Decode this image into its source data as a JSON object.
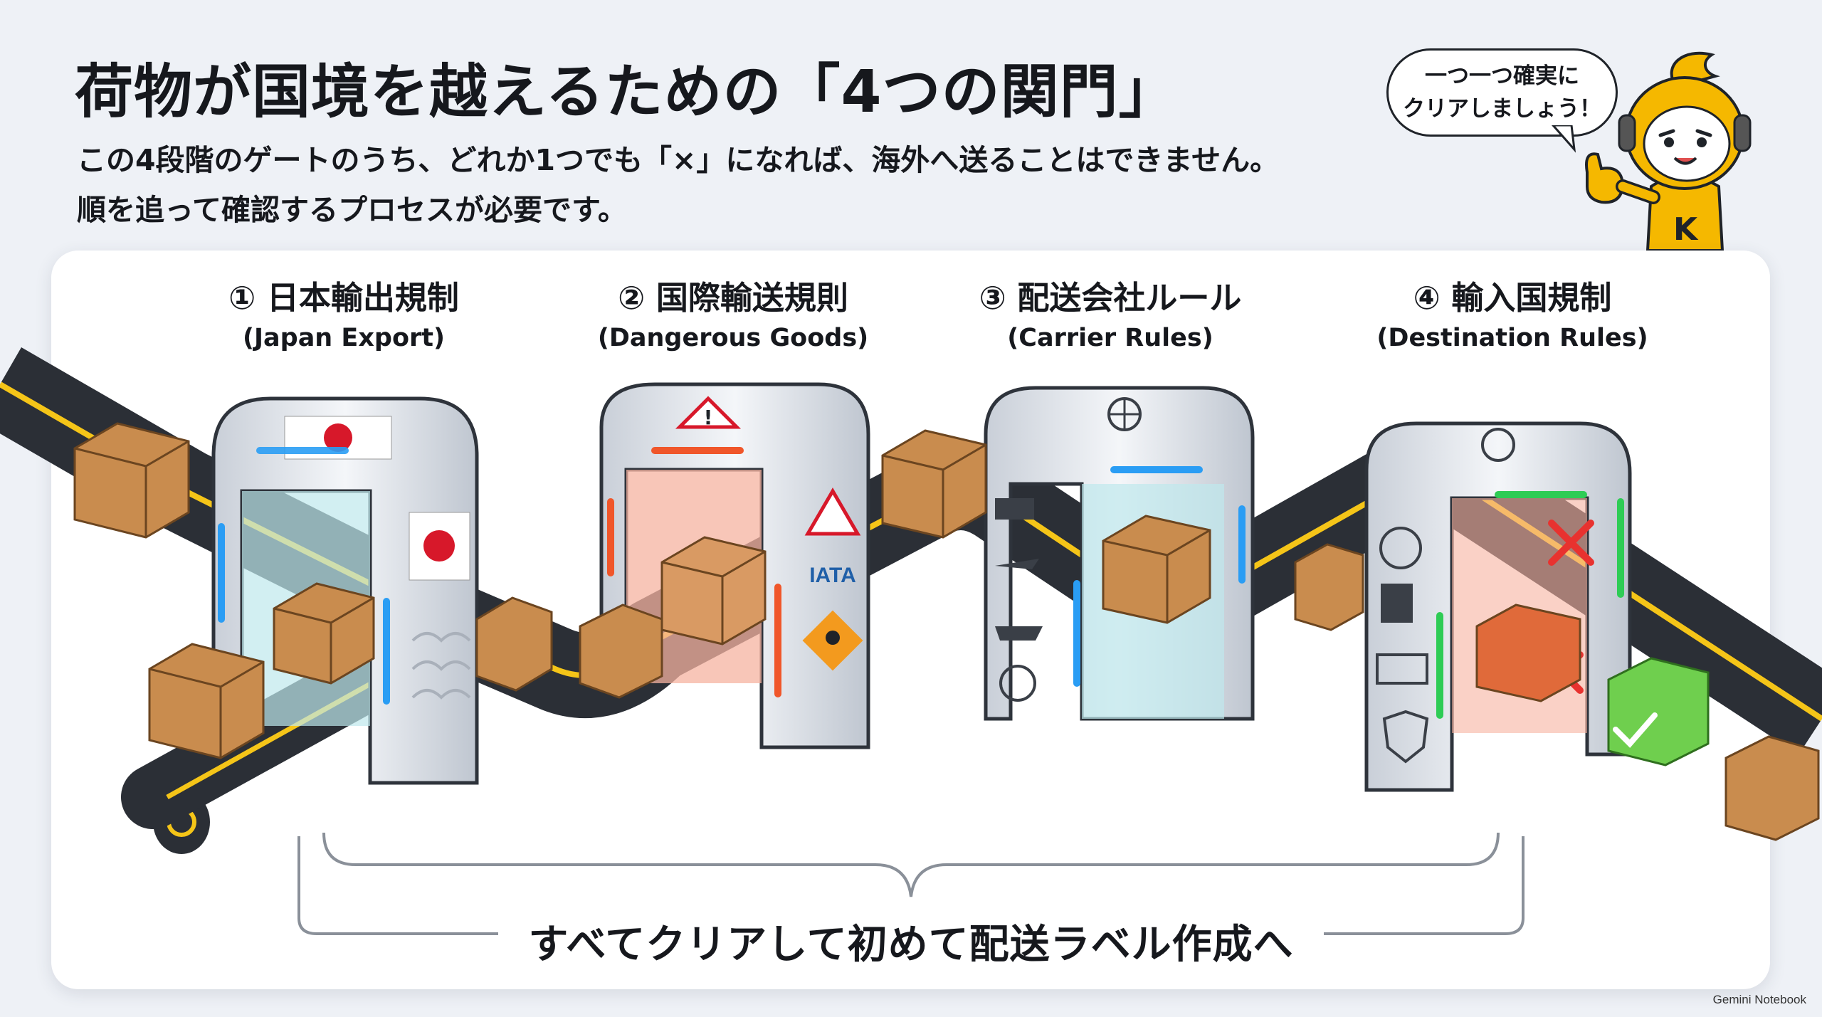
{
  "title": "荷物が国境を越えるための「4つの関門」",
  "subtitle": {
    "line1": "この4段階のゲートのうち、どれか1つでも「×」になれば、海外へ送ることはできません。",
    "line2": "順を追って確認するプロセスが必要です。"
  },
  "speech_bubble": {
    "line1": "一つ一つ確実に",
    "line2": "クリアしましょう！"
  },
  "mascot": {
    "badge_letter": "K",
    "icon": "thumbs-up-mascot-icon"
  },
  "gates": [
    {
      "jp": "① 日本輸出規制",
      "en": "(Japan Export)",
      "accent": "#2a9df4",
      "icons": [
        "japan-flag-icon",
        "wave-pattern-icon"
      ]
    },
    {
      "jp": "② 国際輸送規則",
      "en": "(Dangerous Goods)",
      "accent": "#f0562a",
      "icons": [
        "hazard-warning-icon",
        "explosive-icon",
        "iata-logo-icon",
        "toxic-skull-icon"
      ]
    },
    {
      "jp": "③ 配送会社ルール",
      "en": "(Carrier Rules)",
      "accent": "#2a9df4",
      "icons": [
        "globe-icon",
        "truck-icon",
        "airplane-icon",
        "ship-icon"
      ]
    },
    {
      "jp": "④ 輸入国規制",
      "en": "(Destination Rules)",
      "accent": "#2ecc55",
      "icons": [
        "customs-stamp-icon",
        "passport-icon",
        "money-icon",
        "shield-search-icon"
      ]
    }
  ],
  "status_marks": {
    "reject": "×",
    "approve": "✓"
  },
  "bottom_caption": "すべてクリアして初めて配送ラベル作成へ",
  "footer": "Gemini Notebook",
  "colors": {
    "belt": "#2b2f36",
    "belt_line": "#f5c518",
    "box": "#c98c4e",
    "gate": "#dfe3ea"
  }
}
